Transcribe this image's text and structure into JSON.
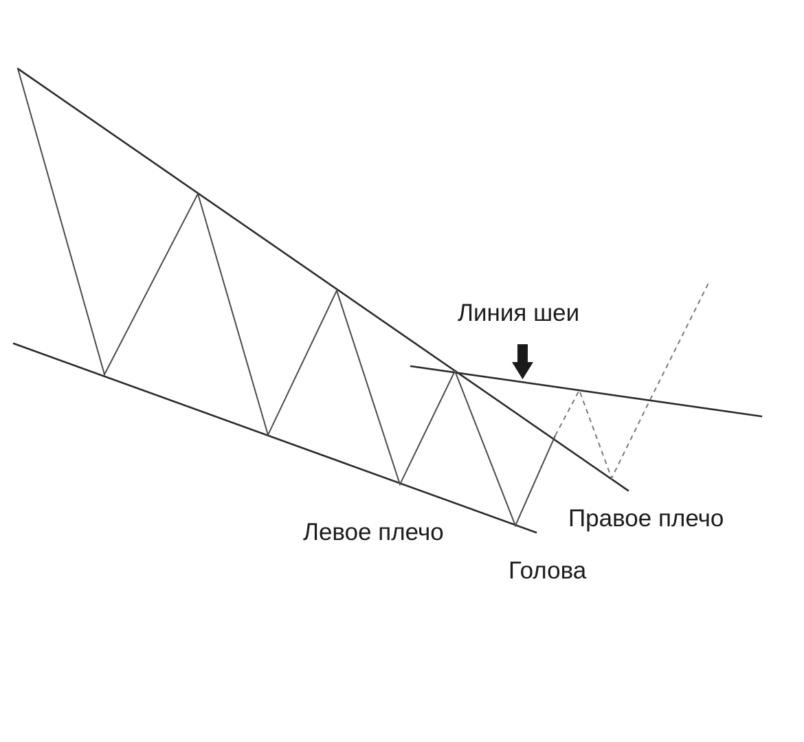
{
  "diagram": {
    "pattern": "inverted head and shoulders",
    "labels": {
      "neckline": "Линия шеи",
      "left_shoulder": "Левое плечо",
      "head": "Голова",
      "right_shoulder": "Правое плечо"
    },
    "colors": {
      "line": "#2a2a2a",
      "dashed": "#7a7a7a",
      "arrow": "#1a1a1a",
      "background": "#ffffff"
    }
  }
}
